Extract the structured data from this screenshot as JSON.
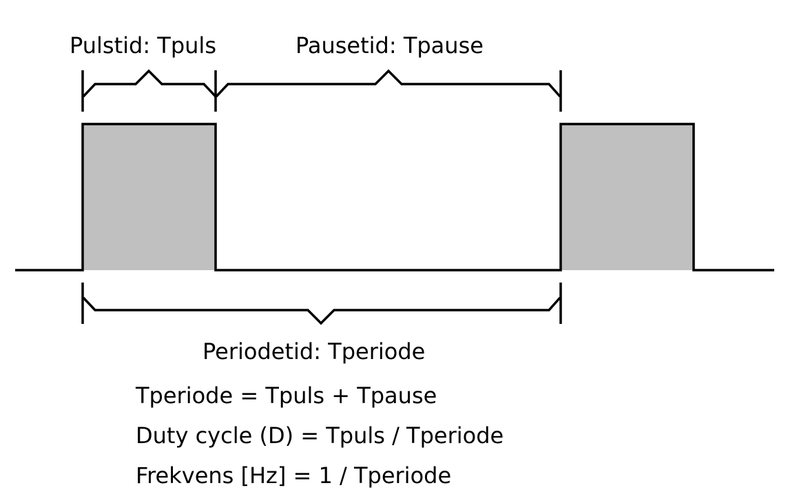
{
  "labels": {
    "pulse_time": "Pulstid: Tpuls",
    "pause_time": "Pausetid: Tpause",
    "period_time": "Periodetid: Tperiode"
  },
  "formulas": [
    "Tperiode = Tpuls + Tpause",
    "Duty cycle (D) = Tpuls / Tperiode",
    "Frekvens [Hz] = 1 / Tperiode"
  ],
  "colors": {
    "pulse_fill": "#c0c0c0",
    "line": "#000000",
    "background": "#ffffff"
  }
}
